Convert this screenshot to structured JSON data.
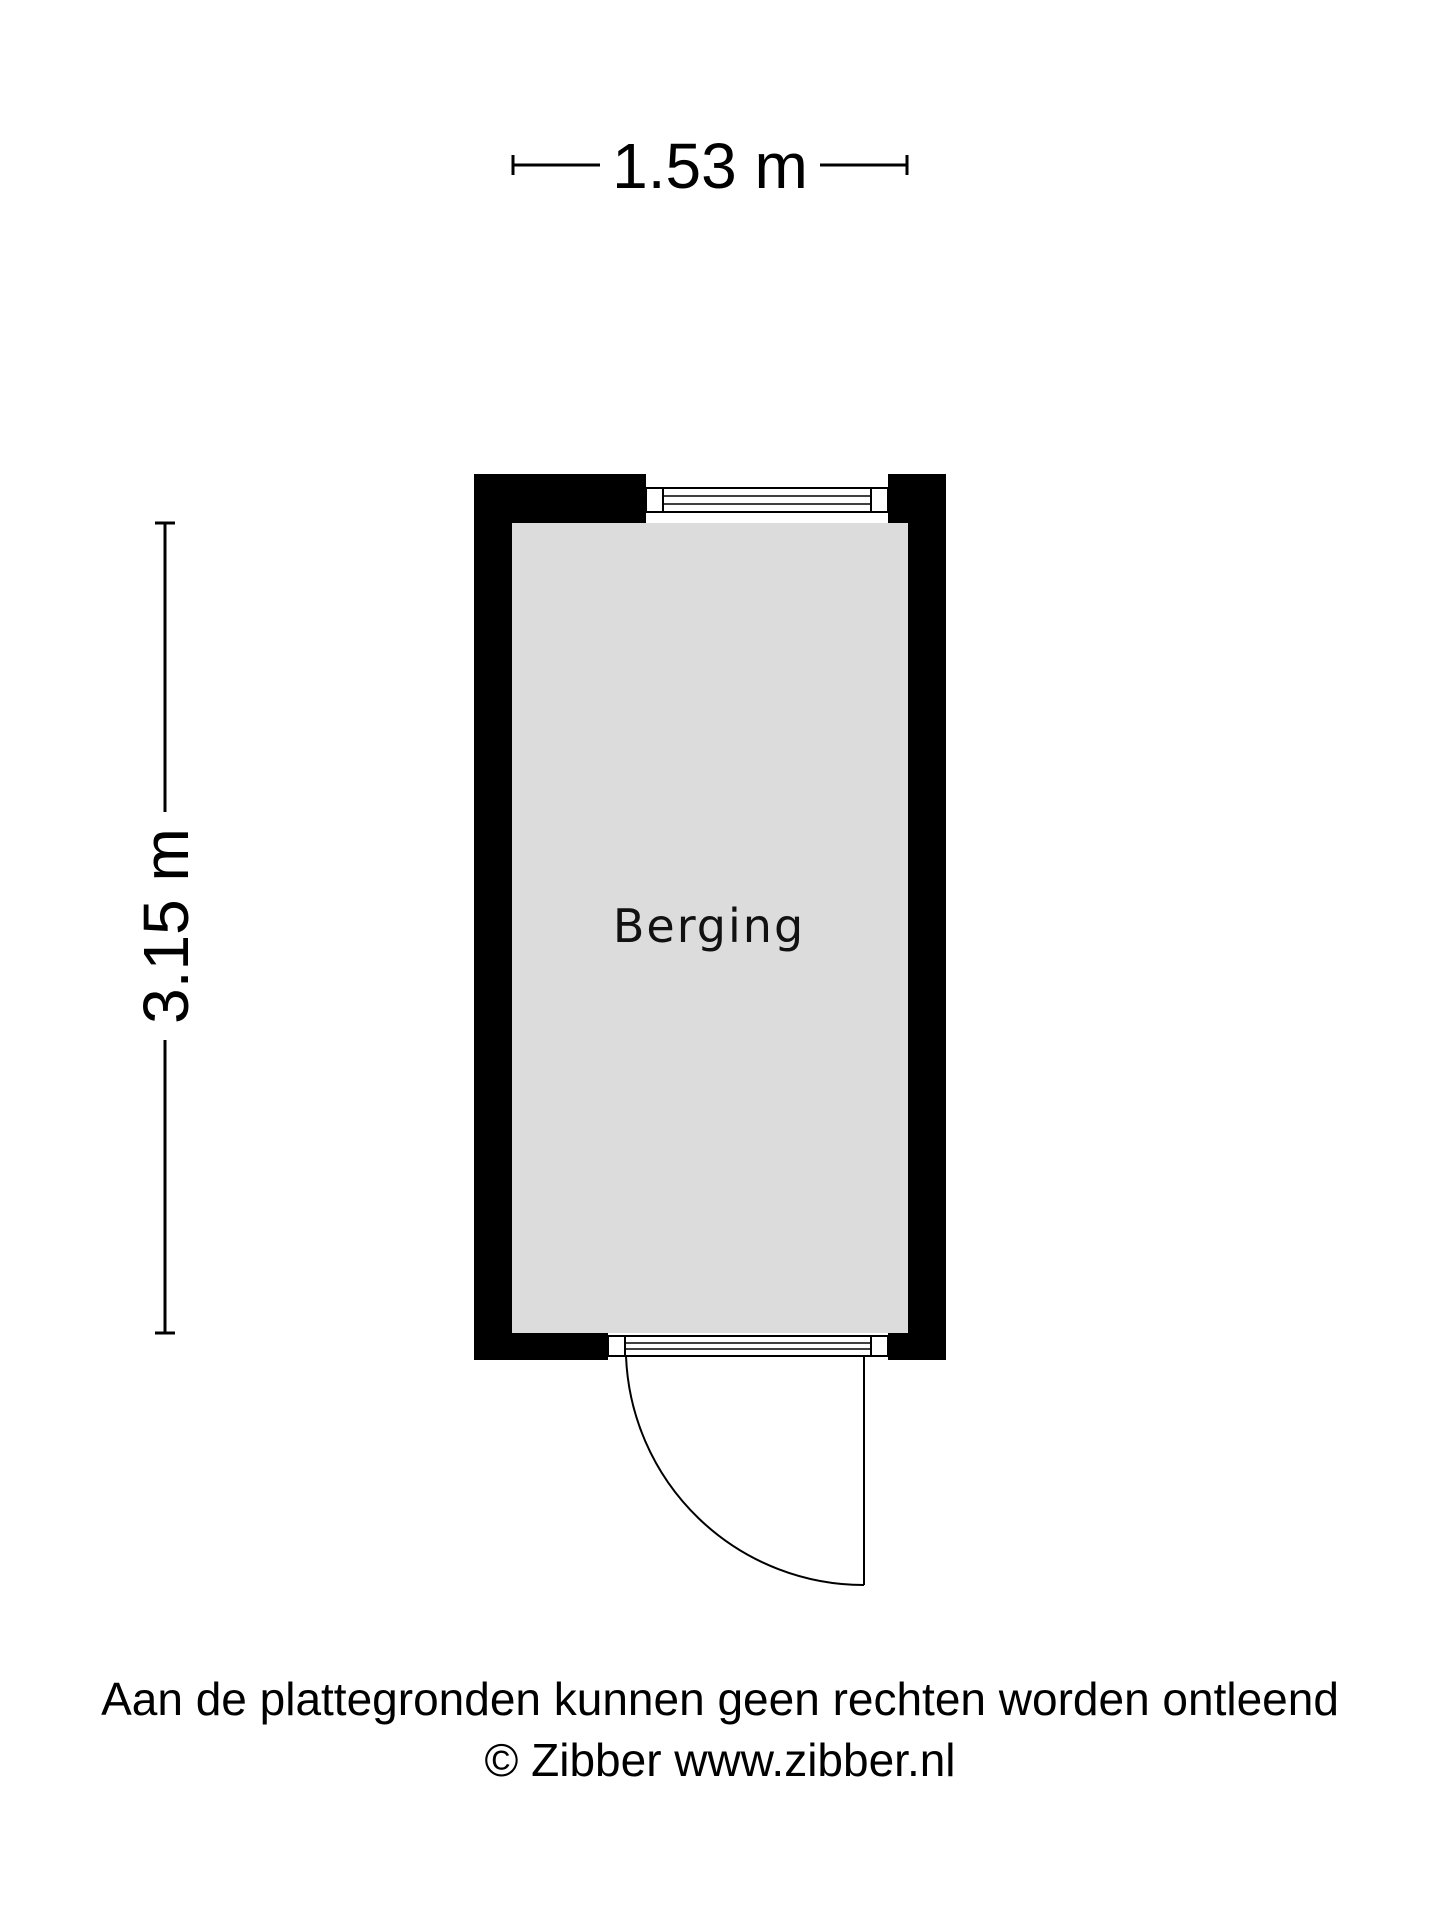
{
  "floorplan": {
    "width_label": "1.53 m",
    "height_label": "3.15 m",
    "room_name": "Berging",
    "colors": {
      "wall": "#000000",
      "floor": "#dcdcdc",
      "background": "#ffffff"
    }
  },
  "footer": {
    "disclaimer": "Aan de plattegronden kunnen geen rechten worden ontleend",
    "copyright": "© Zibber www.zibber.nl"
  }
}
